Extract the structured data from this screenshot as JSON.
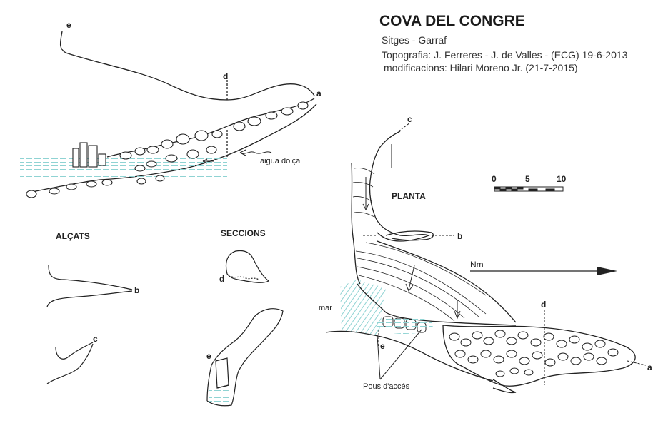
{
  "header": {
    "title": "COVA DEL CONGRE",
    "location": "Sitges - Garraf",
    "topography": "Topografia: J. Ferreres - J. de Valles - (ECG) 19-6-2013",
    "modifications": "modificacions: Hilari Moreno Jr. (21-7-2015)"
  },
  "sections": {
    "elevations": "ALÇATS",
    "cross_sections": "SECCIONS",
    "plan": "PLANTA"
  },
  "labels": {
    "fresh_water": "aigua dolça",
    "sea": "mar",
    "access_shafts": "Pous d'accés",
    "north": "Nm"
  },
  "points": {
    "a": "a",
    "b": "b",
    "c": "c",
    "d": "d",
    "e": "e"
  },
  "scale": {
    "ticks": [
      "0",
      "5",
      "10"
    ]
  },
  "colors": {
    "ink": "#222222",
    "water": "#8fd3d3"
  }
}
